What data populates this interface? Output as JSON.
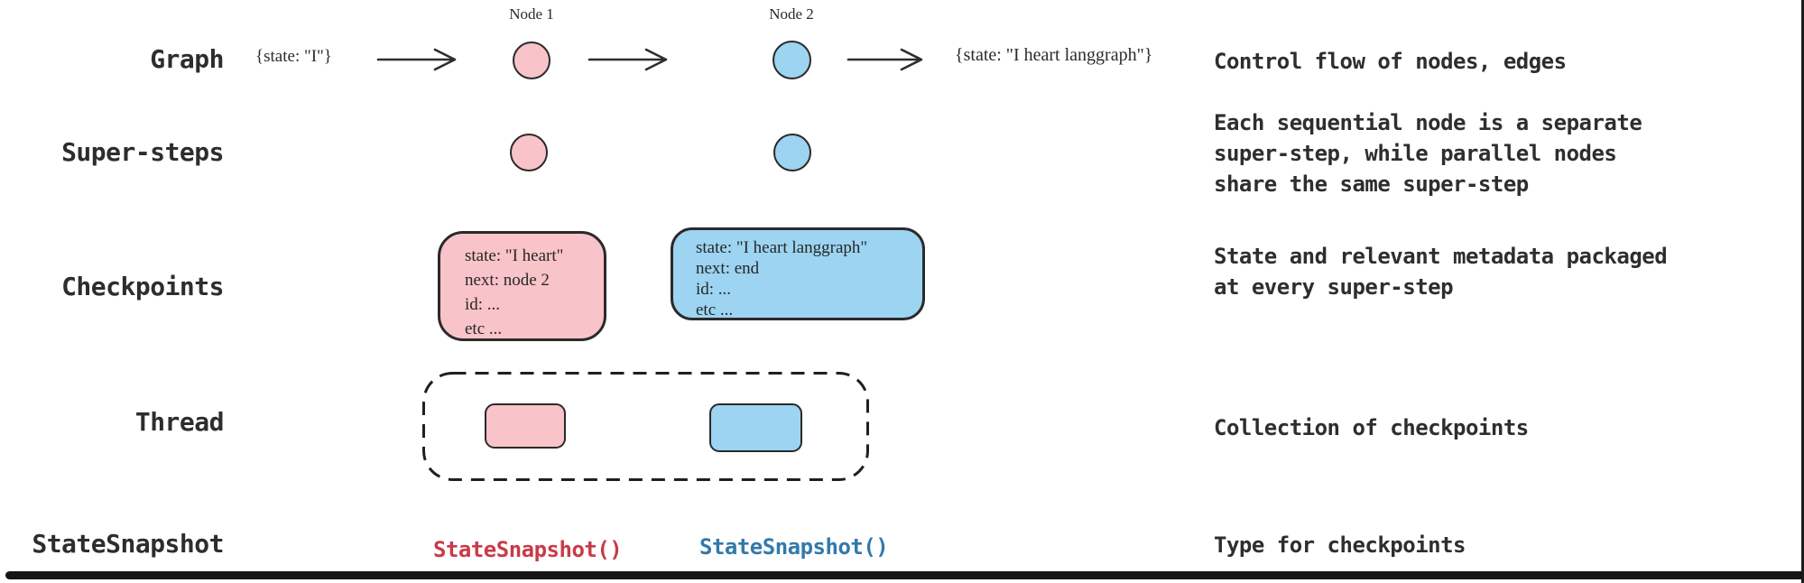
{
  "concepts": {
    "graph": {
      "label": "Graph",
      "desc_lines": [
        "Control flow of nodes, edges"
      ]
    },
    "super_steps": {
      "label": "Super-steps",
      "desc_lines": [
        "Each sequential node is a separate",
        "super-step, while parallel nodes",
        "share the same super-step"
      ]
    },
    "checkpoints": {
      "label": "Checkpoints",
      "desc_lines": [
        "State and relevant metadata packaged",
        "at every super-step"
      ]
    },
    "thread": {
      "label": "Thread",
      "desc_lines": [
        "Collection of checkpoints"
      ]
    },
    "state_snapshot": {
      "label": "StateSnapshot",
      "desc_lines": [
        "Type for checkpoints"
      ]
    }
  },
  "flow": {
    "input_state": "{state: \"I\"}",
    "node1_label": "Node 1",
    "node2_label": "Node 2",
    "output_state": "{state: \"I heart langgraph\"}"
  },
  "checkpoint_cards": {
    "node1": {
      "lines": [
        "state: \"I heart\"",
        "next: node 2",
        "id: ...",
        "etc ..."
      ]
    },
    "node2": {
      "lines": [
        "state: \"I heart langgraph\"",
        "next: end",
        "id: ...",
        "etc ..."
      ]
    }
  },
  "state_snapshots": {
    "node1_call": "StateSnapshot()",
    "node2_call": "StateSnapshot()"
  },
  "colors": {
    "node1_fill": "#f8c3c9",
    "node2_fill": "#9cd4f1",
    "snapshot_red": "#c93a48",
    "snapshot_blue": "#3279ab",
    "ink": "#2b2b2b"
  }
}
